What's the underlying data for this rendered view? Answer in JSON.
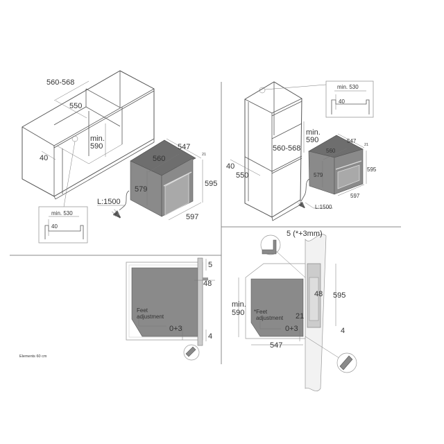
{
  "footer": {
    "caption": "Elements 60 cm"
  },
  "panel_under_counter": {
    "cabinet_width": "560-568",
    "cabinet_depth": "550",
    "niche_height_min_label": "min.",
    "niche_height_min_value": "590",
    "back_gap": "40",
    "oven_depth": "547",
    "oven_body_width": "560",
    "front_thickness": "21",
    "oven_body_height": "579",
    "oven_height": "595",
    "oven_width": "597",
    "cable_length": "L:1500",
    "inset_width": "min. 530",
    "inset_gap": "40"
  },
  "panel_column": {
    "inset_width": "min. 530",
    "inset_gap": "40",
    "niche_height_min_label": "min.",
    "niche_height_min_value": "590",
    "cabinet_width": "560-568",
    "back_gap": "40",
    "cabinet_depth": "550",
    "oven_depth": "547",
    "oven_body_width": "560",
    "front_thickness": "21",
    "oven_body_height": "579",
    "oven_height": "595",
    "oven_width": "597",
    "cable_length": "L:1500"
  },
  "panel_side_under": {
    "top_gap": "5",
    "front_gap": "48",
    "feet_label_1": "Feet",
    "feet_label_2": "adjustment",
    "feet_range": "0+3",
    "bottom_gap": "4"
  },
  "panel_side_column": {
    "top_gap": "5 (*+3mm)",
    "front_gap": "48",
    "oven_height": "595",
    "niche_height_min_label": "min.",
    "niche_height_min_value": "590",
    "feet_label_1": "*Feet",
    "feet_label_2": "adjustment",
    "front_thickness": "21",
    "feet_range": "0+3",
    "bottom_gap": "4",
    "depth": "547"
  }
}
